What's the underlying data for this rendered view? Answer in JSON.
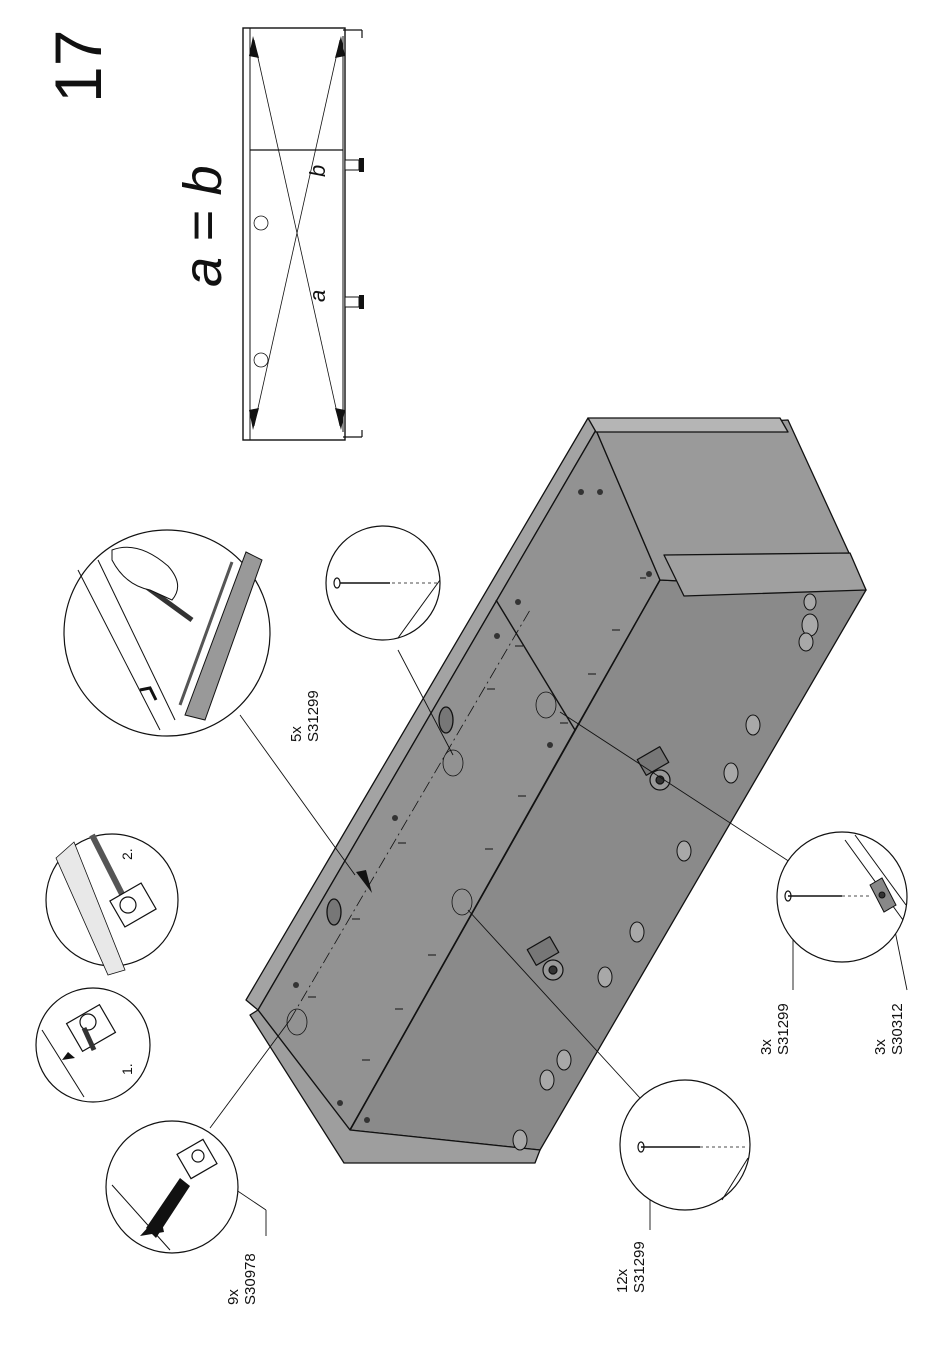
{
  "step": {
    "number": "17"
  },
  "equation": {
    "text": "a = b",
    "diagonal_a": "a",
    "diagonal_b": "b"
  },
  "sub_steps": {
    "first": "1.",
    "second": "2."
  },
  "parts": [
    {
      "quantity": "5x",
      "code": "S31299"
    },
    {
      "quantity": "3x",
      "code": "S31299"
    },
    {
      "quantity": "3x",
      "code": "S30312"
    },
    {
      "quantity": "12x",
      "code": "S31299"
    },
    {
      "quantity": "9x",
      "code": "S30978"
    }
  ],
  "colors": {
    "panel": "#8c8c8c",
    "panel_light": "#b0b0b0",
    "panel_dark": "#6f6f6f",
    "line": "#111111"
  }
}
